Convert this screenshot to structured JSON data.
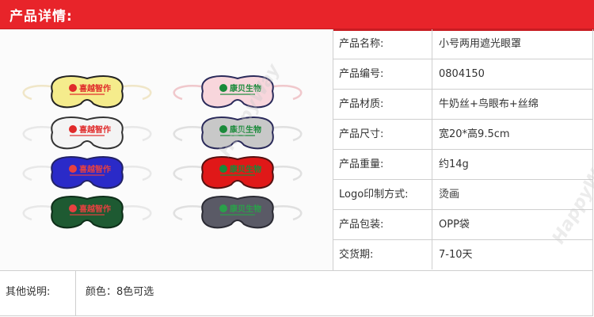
{
  "header": {
    "title": "产品详情:"
  },
  "specs": [
    {
      "label": "产品名称:",
      "value": "小号两用遮光眼罩"
    },
    {
      "label": "产品编号:",
      "value": "0804150"
    },
    {
      "label": "产品材质:",
      "value": "牛奶丝+鸟眼布+丝绵"
    },
    {
      "label": "产品尺寸:",
      "value": "宽20*高9.5cm"
    },
    {
      "label": "产品重量:",
      "value": "约14g"
    },
    {
      "label": "Logo印制方式:",
      "value": "烫画"
    },
    {
      "label": "产品包装:",
      "value": " OPP袋"
    },
    {
      "label": "交货期:",
      "value": "7-10天"
    }
  ],
  "note": {
    "label": "其他说明:",
    "value": "颜色：8色可选"
  },
  "watermark": "HappyWay",
  "masks": [
    {
      "color": "#f5ec8c",
      "edge": "#222222",
      "strap": "#f0e6c8",
      "logo_color": "#e02a2a",
      "logo": "喜越智作"
    },
    {
      "color": "#f8d6dc",
      "edge": "#2a2a5a",
      "strap": "#f0c8cc",
      "logo_color": "#1a8a3a",
      "logo": "康贝生物"
    },
    {
      "color": "#f4f4f4",
      "edge": "#333333",
      "strap": "#e8e8e8",
      "logo_color": "#e02a2a",
      "logo": "喜越智作"
    },
    {
      "color": "#c8c8c8",
      "edge": "#2a2a5a",
      "strap": "#e0e0e0",
      "logo_color": "#1a8a3a",
      "logo": "康贝生物"
    },
    {
      "color": "#2a2ac8",
      "edge": "#222266",
      "strap": "#e8e8e8",
      "logo_color": "#e84040",
      "logo": "喜越智作"
    },
    {
      "color": "#e01818",
      "edge": "#551111",
      "strap": "#e0e0e0",
      "logo_color": "#1a8a3a",
      "logo": "康贝生物"
    },
    {
      "color": "#1e5a32",
      "edge": "#0d2d18",
      "strap": "#e8e8e8",
      "logo_color": "#e84040",
      "logo": "喜越智作"
    },
    {
      "color": "#5a5a66",
      "edge": "#2a2a33",
      "strap": "#e0e0e0",
      "logo_color": "#2aa04a",
      "logo": "康贝生物"
    }
  ]
}
